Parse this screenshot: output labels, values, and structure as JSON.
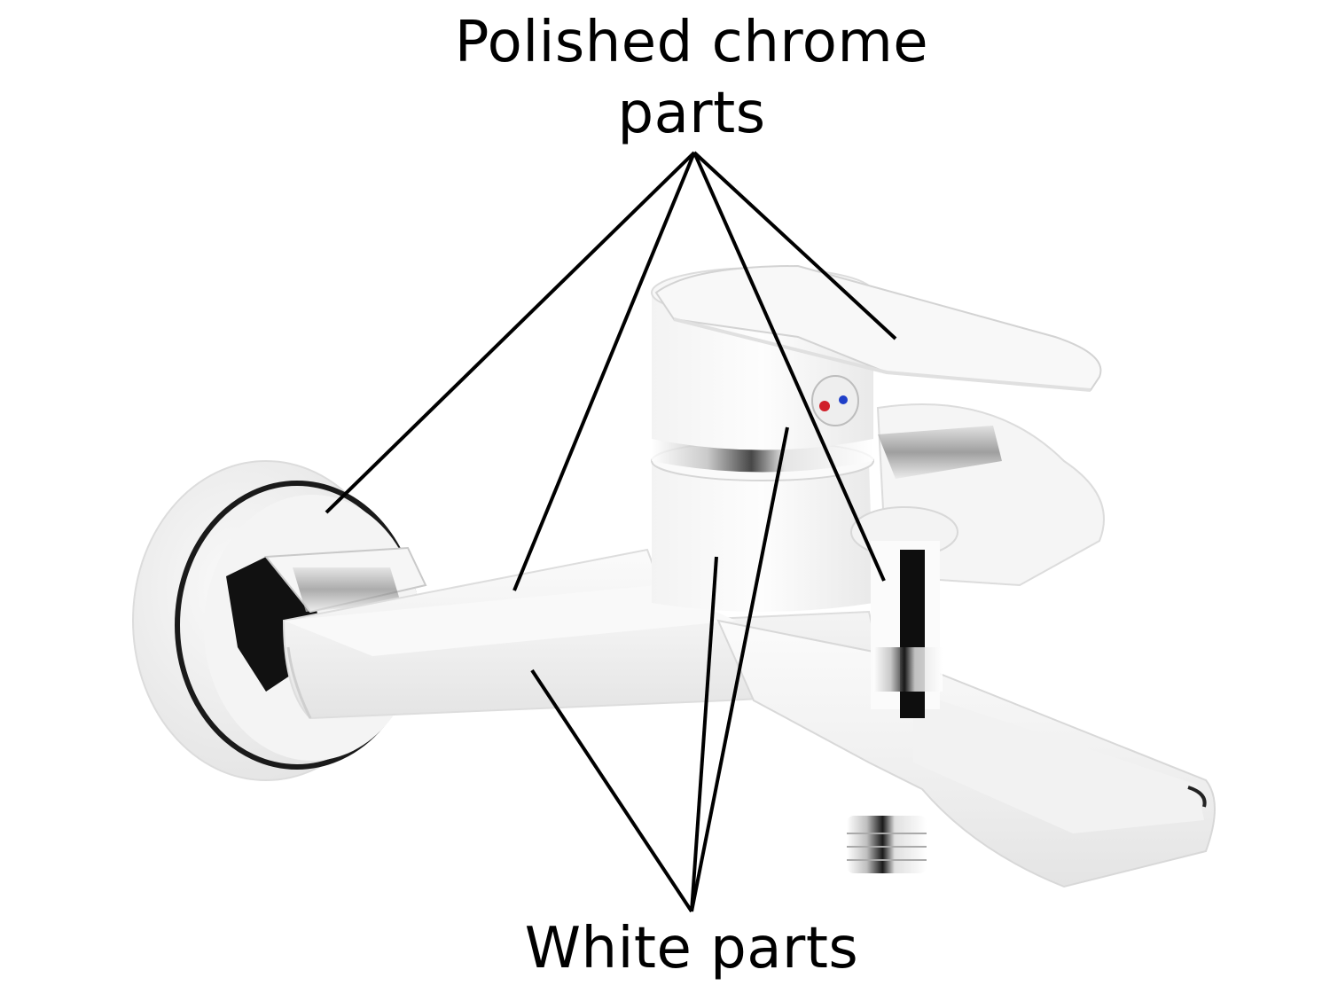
{
  "diagram": {
    "subject": "Single-lever wall-mounted bath mixer faucet",
    "background_color": "#ffffff",
    "line_color": "#000000",
    "labels": {
      "top": {
        "lines": [
          "Polished chrome",
          "parts"
        ],
        "apex": [
          783,
          172
        ]
      },
      "bottom": {
        "lines": [
          "White parts"
        ],
        "apex": [
          780,
          1028
        ]
      }
    },
    "leaders": {
      "chrome": [
        {
          "target": "wall-flange",
          "to": [
            368,
            578
          ]
        },
        {
          "target": "body-top-left",
          "to": [
            580,
            666
          ]
        },
        {
          "target": "diverter-knob",
          "to": [
            997,
            655
          ]
        },
        {
          "target": "lever-handle",
          "to": [
            1010,
            382
          ]
        }
      ],
      "white": [
        {
          "target": "spout-arm",
          "to": [
            600,
            756
          ]
        },
        {
          "target": "body-cylinder",
          "to": [
            808,
            628
          ]
        },
        {
          "target": "cartridge-cap",
          "to": [
            888,
            482
          ]
        }
      ]
    },
    "indicator": {
      "hot_color": "#d0202a",
      "cold_color": "#1f3fc8"
    }
  }
}
